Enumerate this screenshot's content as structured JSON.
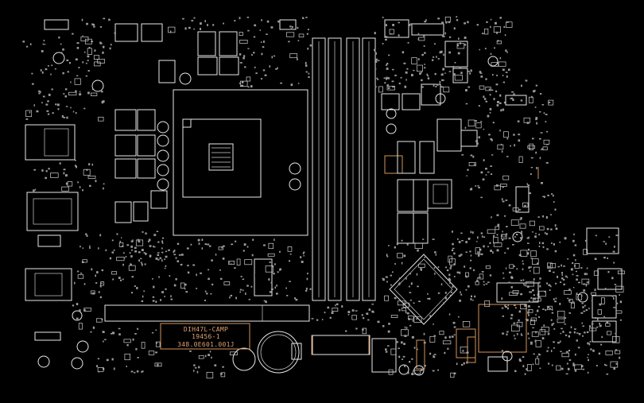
{
  "board_label": {
    "line1": "DIH47L-CAMP",
    "line2": "19456-1",
    "line3": "348.0E601.001J"
  },
  "colors": {
    "background": "#000000",
    "silkscreen": "#e8e8e8",
    "highlight": "#d4935a"
  }
}
